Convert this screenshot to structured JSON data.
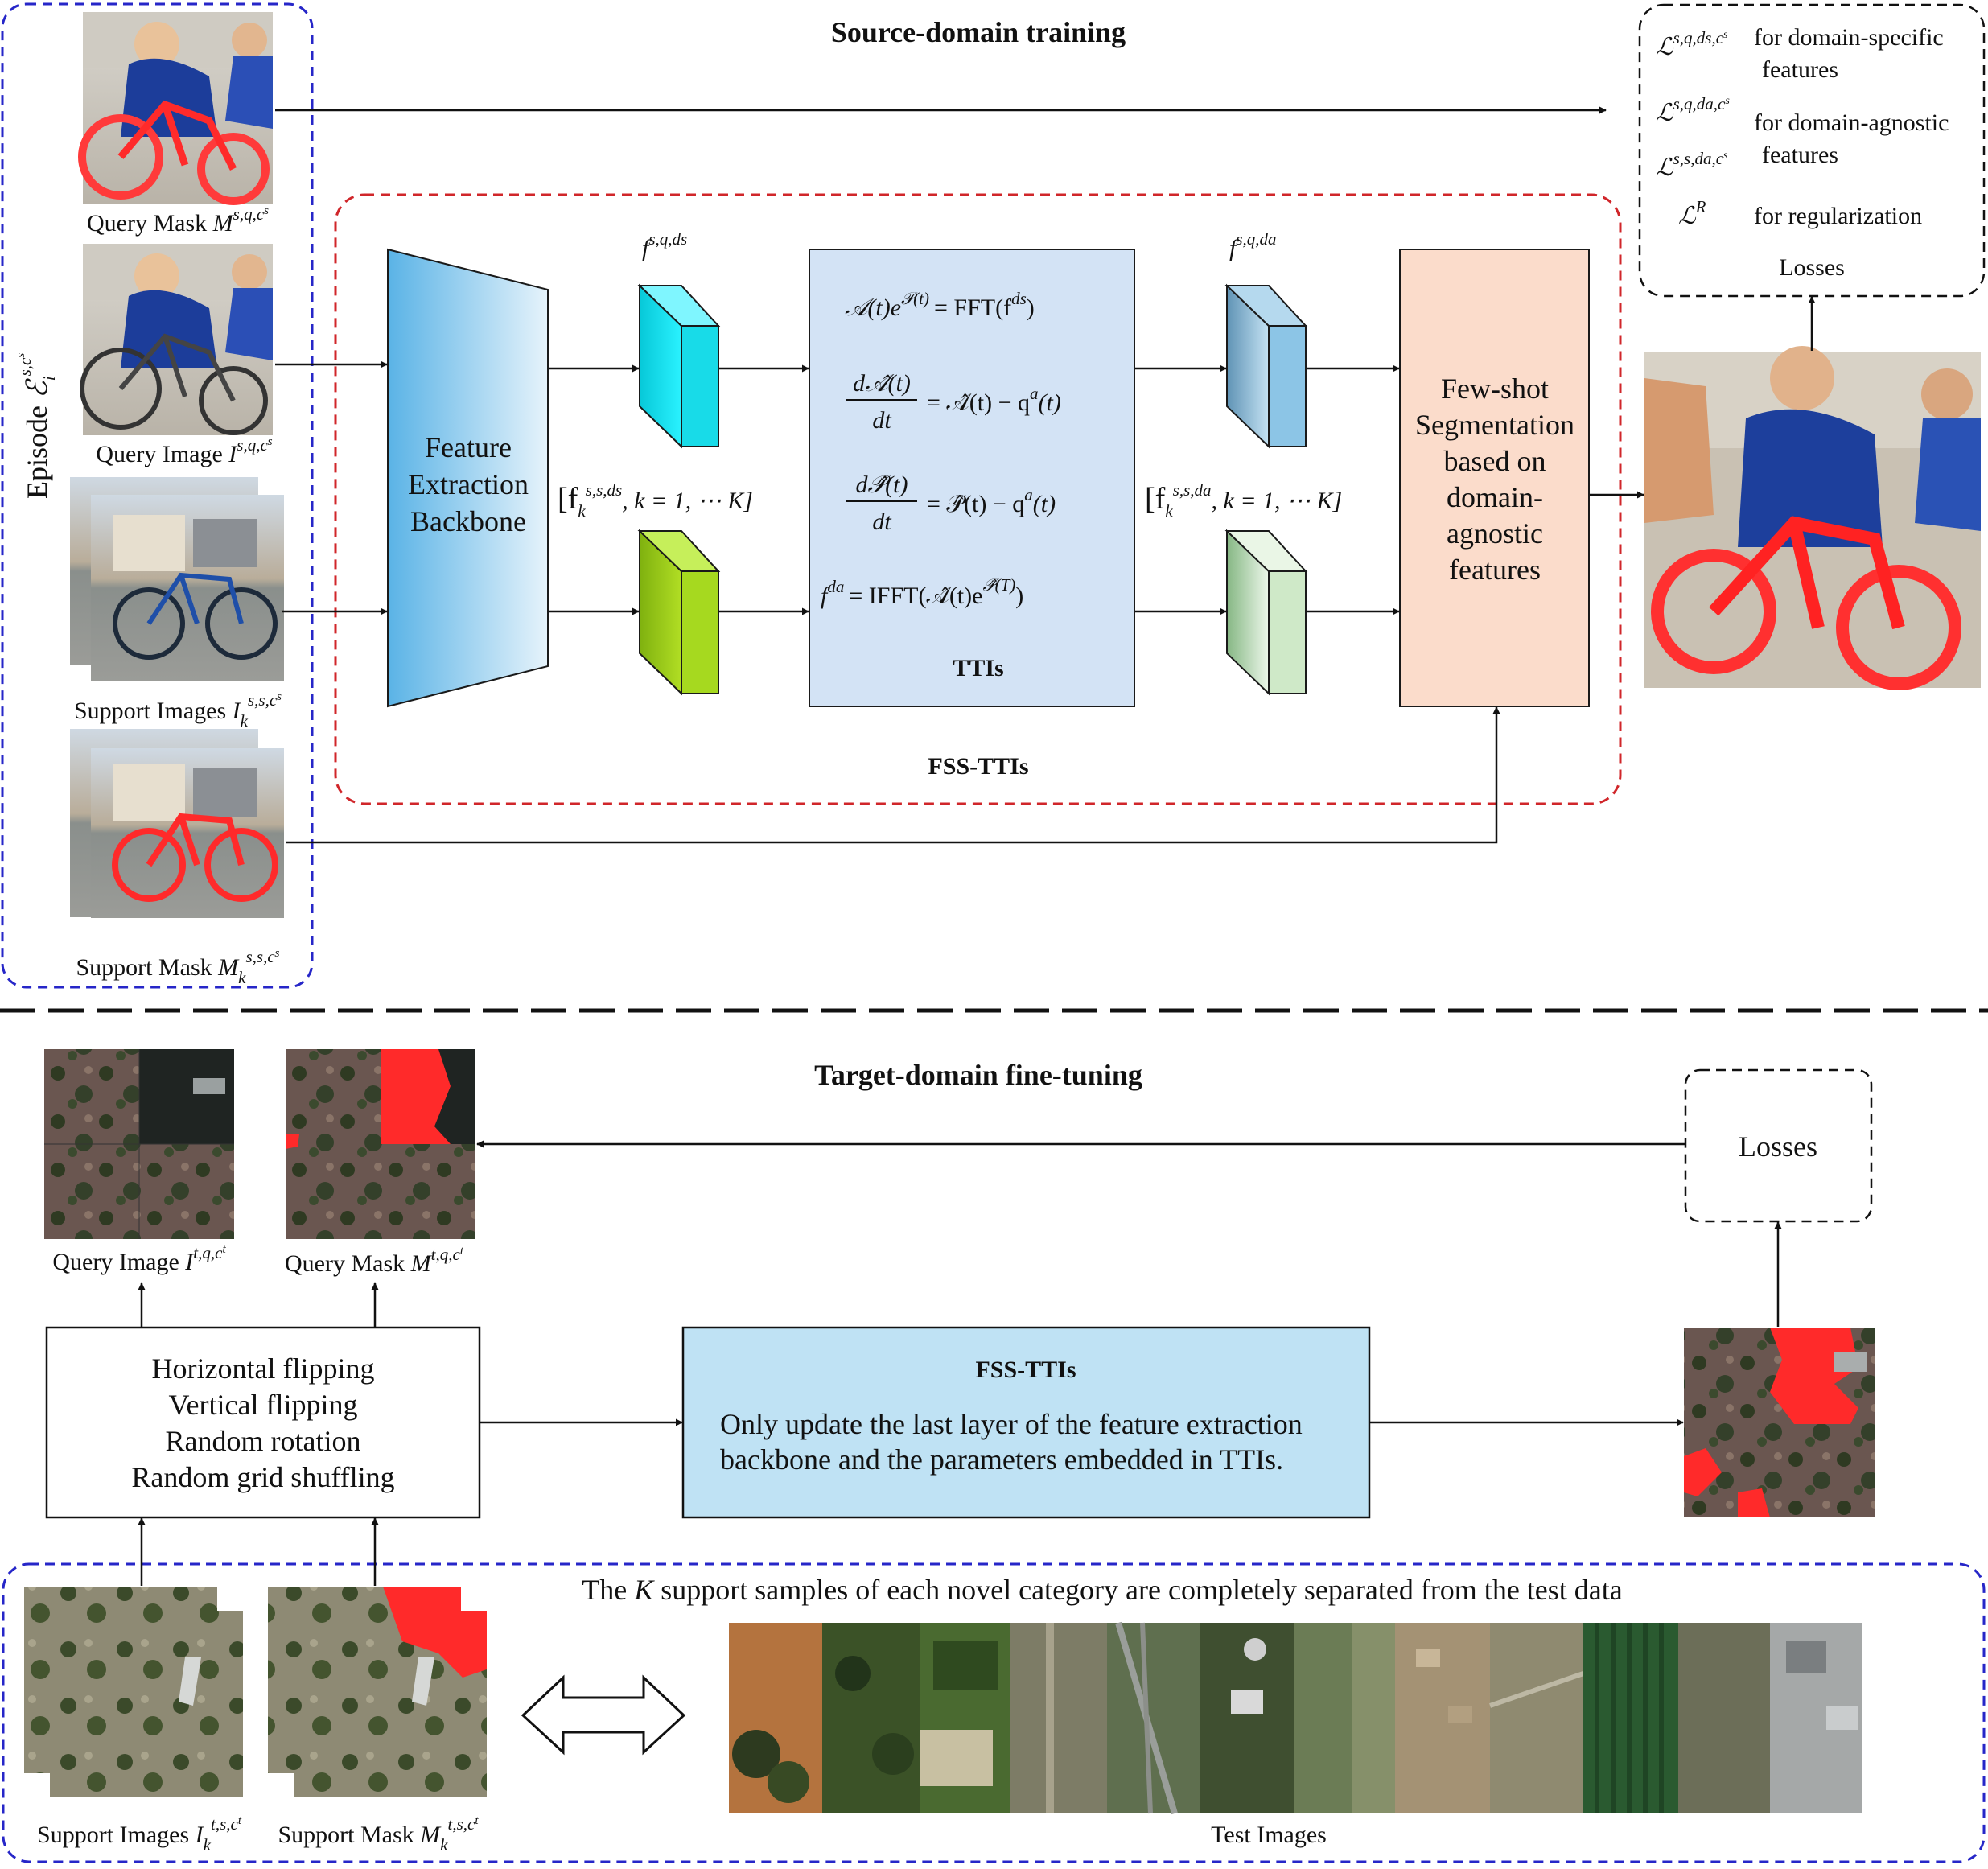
{
  "source": {
    "title": "Source-domain training",
    "episode_label": "Episode",
    "episode_symbol": "ℰ",
    "episode_sub": "i",
    "episode_sup": "s,c",
    "episode_sup2": "s",
    "query_mask_label": "Query Mask",
    "query_image_label": "Query Image",
    "support_images_label": "Support Images",
    "support_mask_label": "Support Mask",
    "sym_M": "M",
    "sym_I": "I",
    "sym_k": "k",
    "sup_q": "s,q,c",
    "sup_s": "s,s,c",
    "sup_cs": "s",
    "backbone_lines": [
      "Feature",
      "Extraction",
      "Backbone"
    ],
    "f_ds": "f",
    "f_ds_sup": "s,q,ds",
    "f_da": "f",
    "f_da_sup": "s,q,da",
    "fk_ds": "[f",
    "fk_ds_sup": "s,s,ds",
    "fk_ds_tail": ", k = 1, ⋯ K]",
    "fk_da": "[f",
    "fk_da_sup": "s,s,da",
    "fk_da_tail": ", k = 1, ⋯ K]",
    "fk_sub": "k",
    "tti_eq1_a": "𝒜(t)e",
    "tti_eq1_sup": "𝒫(t)",
    "tti_eq1_b": "= FFT(f",
    "tti_eq1_sup2": "ds",
    "tti_eq1_c": ")",
    "tti_eq2_num": "d𝒜̂(t)",
    "tti_eq2_den": "dt",
    "tti_eq2_rhs": "= 𝒜̂(t) − q",
    "tti_eq2_sup": "a",
    "tti_eq2_tail": "(t)",
    "tti_eq3_num": "d𝒫̂(t)",
    "tti_eq3_den": "dt",
    "tti_eq3_rhs": "= 𝒫̂(t) − q",
    "tti_eq3_sup": "a",
    "tti_eq3_tail": "(t)",
    "tti_eq4_a": "f",
    "tti_eq4_sup": "da",
    "tti_eq4_b": "= IFFT(𝒜̂(t)e",
    "tti_eq4_sup2": "𝒫̂(T)",
    "tti_eq4_c": ")",
    "tti_label": "TTIs",
    "fss_lines": [
      "Few-shot",
      "Segmentation",
      "based on",
      "domain-",
      "agnostic",
      "features"
    ],
    "fss_tti_label": "FSS-TTIs",
    "losses": {
      "L": "ℒ",
      "l1_sup": "s,q,ds,c",
      "l1_text": "for domain-specific",
      "l1_text2": "features",
      "l2_sup": "s,q,da,c",
      "l2_text": "for domain-agnostic",
      "l3_sup": "s,s,da,c",
      "l3_text": "features",
      "lr_sup": "R",
      "lr_text": "for regularization",
      "title": "Losses",
      "sup_s": "s"
    }
  },
  "target": {
    "title": "Target-domain fine-tuning",
    "query_image_label": "Query Image",
    "query_mask_label": "Query Mask",
    "sym_I": "I",
    "sym_M": "M",
    "sup_q": "t,q,c",
    "sup_s": "t,s,c",
    "sup_ct": "t",
    "sup_ct_m": "t",
    "sym_k": "k",
    "aug_lines": [
      "Horizontal flipping",
      "Vertical flipping",
      "Random rotation",
      "Random grid shuffling"
    ],
    "fss_title": "FSS-TTIs",
    "fss_desc_lines": [
      "Only update the last layer of the feature extraction",
      "backbone and the parameters embedded in TTIs."
    ],
    "losses_label": "Losses",
    "separation_a": "The",
    "separation_k": "K",
    "separation_b": "support samples of each novel category are completely separated from the test data",
    "support_images_label": "Support Images",
    "support_mask_label": "Support Mask",
    "test_images_label": "Test Images"
  },
  "colors": {
    "episode_border": "#2626c8",
    "fss_border": "#d0262a",
    "tti_fill": "#d3e3f5",
    "fss_fill": "#fbdccb",
    "fss2_fill": "#bfe2f4",
    "cube_cyan": "#19e0ec",
    "cube_green": "#98cc1c",
    "cube_steel": "#8fbfdb",
    "cube_pale": "#d6ecd2",
    "mask_red": "#ff2a2a"
  }
}
